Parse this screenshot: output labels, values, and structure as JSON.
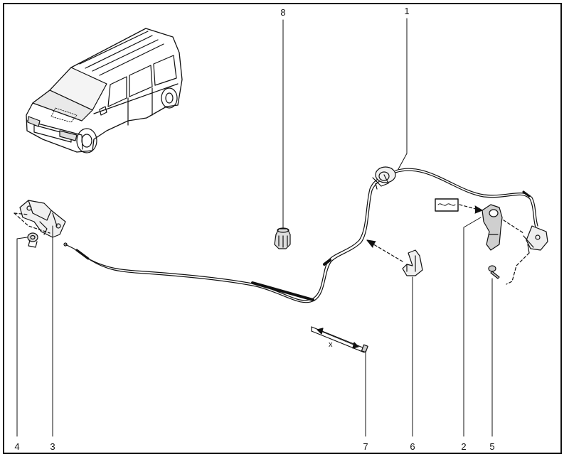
{
  "callouts": {
    "c1": "1",
    "c2": "2",
    "c3": "3",
    "c4": "4",
    "c5": "5",
    "c6": "6",
    "c7": "7",
    "c8": "8"
  },
  "dimension_label": "x",
  "colors": {
    "line": "#111111",
    "background": "#ffffff"
  }
}
